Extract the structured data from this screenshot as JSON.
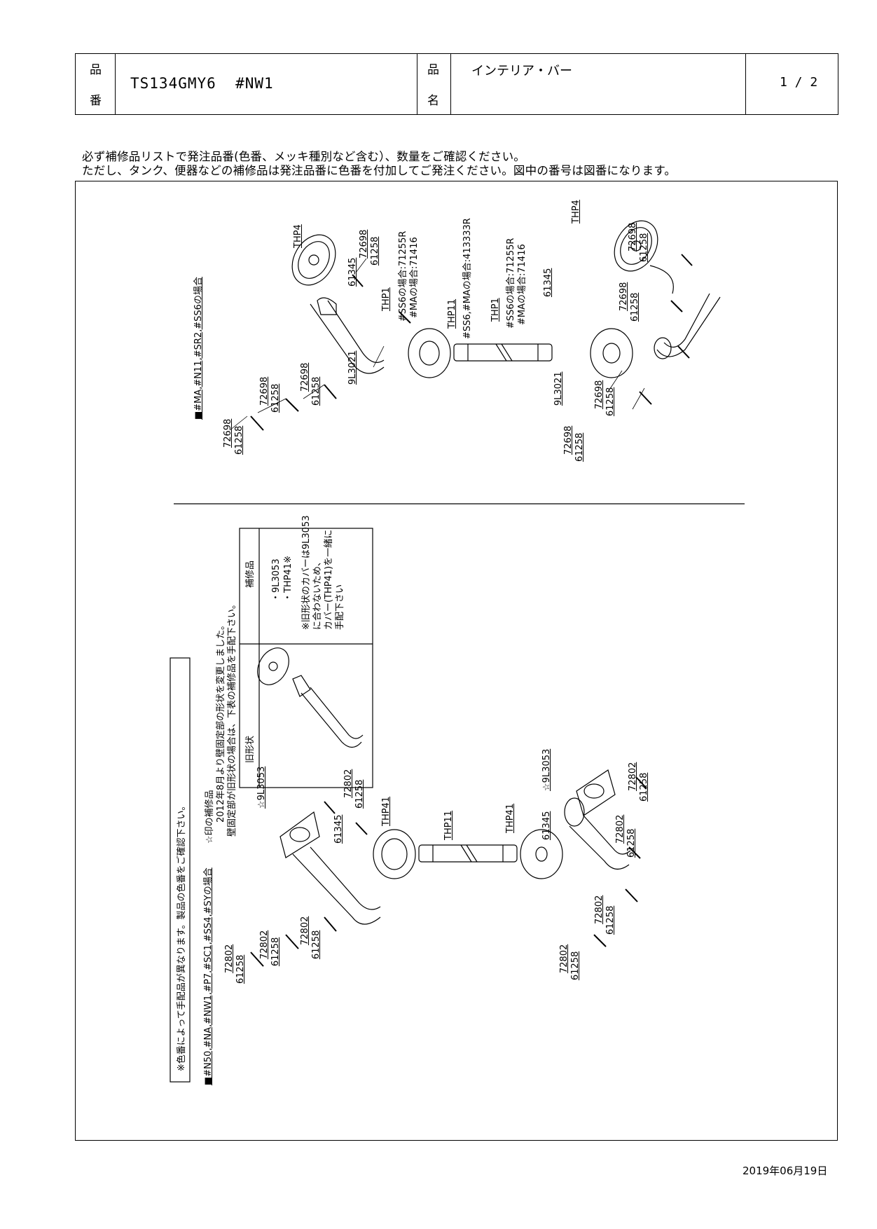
{
  "header": {
    "part_no_label": [
      "品",
      "番"
    ],
    "part_no": "TS134GMY6  #NW1",
    "product_name_label": [
      "品",
      "名"
    ],
    "product_name": "インテリア・バー",
    "page": "1 / 2"
  },
  "notes": [
    "必ず補修品リストで発注品番(色番、メッキ種別など含む）、数量をご確認ください。",
    "ただし、タンク、便器などの補修品は発注品番に色番を付加してご発注ください。図中の番号は図番になります。"
  ],
  "upper_section": {
    "title": "■#MA,#N11,#SR2,#SS6の場合",
    "labels": {
      "thp4": "THP4",
      "p72698": "72698",
      "p61258": "61258",
      "p61345": "61345",
      "thp1": "THP1",
      "p9l3021": "9L3021",
      "ss6_71255r": "#SS6の場合:71255R",
      "ma_71416": "#MAの場合:71416",
      "thp11": "THP11",
      "ss6_ma_413333r": "#SS6,#MAの場合:413333R"
    }
  },
  "lower_section": {
    "title": "■#N50,#NA,#NW1,#P7,#SC1,#SS4,#SYの場合",
    "color_note": "※色番によって手配品が異なります。製品の色番をご確認下さい。",
    "star_note": "☆印の補修品",
    "change_note_1": "2012年8月より壁固定部の形状を変更しました。",
    "change_note_2": "壁固定部が旧形状の場合は、下表の補修品を手配下さい。",
    "labels": {
      "p9l3053": "☆9L3053",
      "p72802": "72802",
      "p61258": "61258",
      "p61345": "61345",
      "thp41": "THP41",
      "thp11": "THP11"
    },
    "table": {
      "col_old_shape": "旧形状",
      "col_repair_parts": "補修品",
      "item_1": "・9L3053",
      "item_2": "・THP41※",
      "remark_1": "※旧形状のカバーは9L3053",
      "remark_2": "に合わないため、",
      "remark_3": "カバー(THP41)を一緒に",
      "remark_4": "手配下さい"
    }
  },
  "date": "2019年06月19日"
}
